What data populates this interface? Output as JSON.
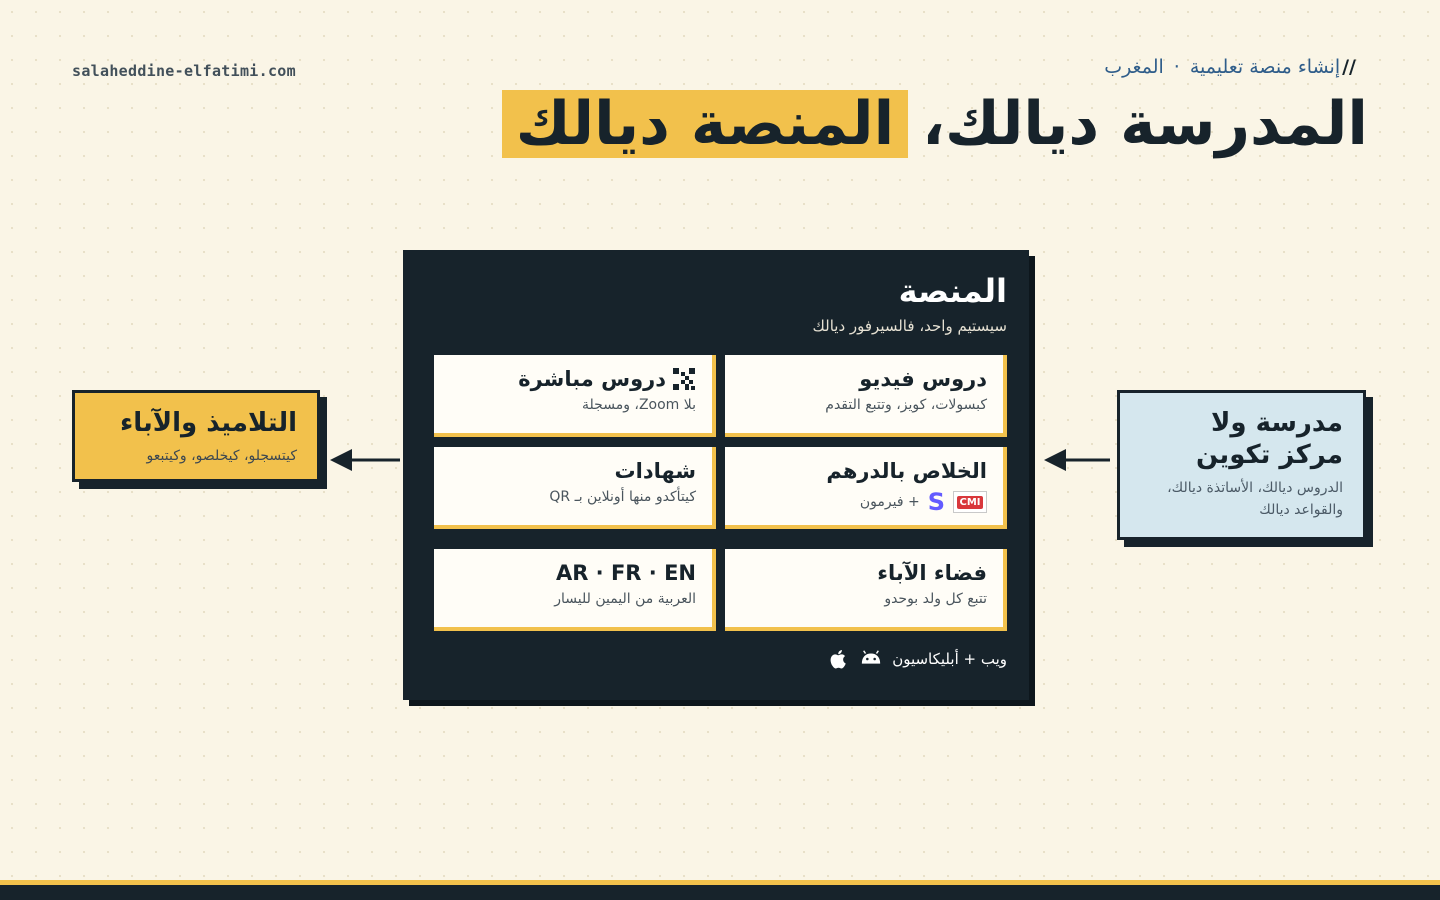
{
  "site": "salaheddine-elfatimi.com",
  "eyebrow": {
    "slashes": "//",
    "part1": "إنشاء منصة تعليمية",
    "dot": "·",
    "part2": "المغرب"
  },
  "headline": {
    "main": "المدرسة ديالك،",
    "highlight": "المنصة ديالك"
  },
  "students": {
    "title": "التلاميذ والآباء",
    "subtitle": "كيتسجلو، كيخلصو، وكيتبعو"
  },
  "school": {
    "title": "مدرسة ولا مركز تكوين",
    "subtitle": "الدروس ديالك، الأساتذة ديالك، والقواعد ديالك"
  },
  "platform": {
    "title": "المنصة",
    "subtitle": "سيستيم واحد، فالسيرفور ديالك",
    "cards": {
      "video": {
        "title": "دروس فيديو",
        "subtitle": "كبسولات، كويز، وتتبع التقدم"
      },
      "live": {
        "title": "دروس مباشرة",
        "subtitle": "بلا Zoom، ومسجلة"
      },
      "payment": {
        "title": "الخلاص بالدرهم",
        "cmi": "CMI",
        "stripe": "S",
        "plus": "+ فيرمون"
      },
      "certificates": {
        "title": "شهادات",
        "subtitle": "كيتأكدو منها أونلاين بـ QR"
      },
      "parents": {
        "title": "فضاء الآباء",
        "subtitle": "تتبع كل ولد بوحدو"
      },
      "languages": {
        "title": "AR · FR · EN",
        "subtitle": "العربية من اليمين لليسار"
      }
    },
    "footer": "ويب + أبليكاسيون"
  },
  "icons": {
    "live": "qr-grid-icon",
    "android": "android-icon",
    "apple": "apple-icon",
    "arrow_left": "arrow-left-icon"
  },
  "colors": {
    "accent": "#f2c14c",
    "dark": "#17232b",
    "background": "#faf5e6",
    "school_box": "#d5e7ee",
    "stripe": "#635bff",
    "cmi": "#d9373b"
  }
}
